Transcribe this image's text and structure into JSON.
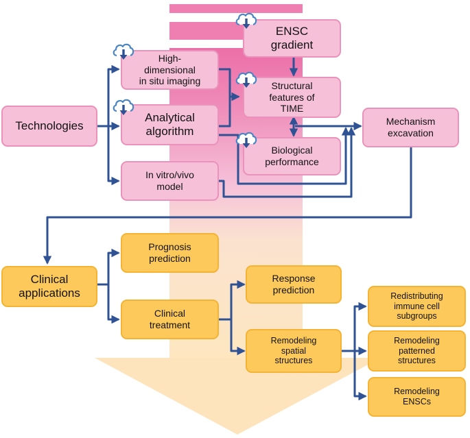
{
  "colors": {
    "pink_fill": "#f5c0d8",
    "pink_border": "#e992bb",
    "yellow_fill": "#fcc95a",
    "yellow_border": "#f4b334",
    "arrow": "#2e5294",
    "band_pink": "#ee7fb0",
    "band_yellow": "#fce2b0",
    "cloud": "#4a84c4"
  },
  "icons": [
    "cloud-download-icon"
  ],
  "nodes": {
    "technologies": "Technologies",
    "high_dimensional": "High-\ndimensional\nin situ imaging",
    "analytical_algorithm": "Analytical\nalgorithm",
    "in_vitro_vivo": "In vitro/vivo\nmodel",
    "ensc_gradient": "ENSC\ngradient",
    "structural_features": "Structural\nfeatures of\nTIME",
    "biological_performance": "Biological\nperformance",
    "mechanism_excavation": "Mechanism\nexcavation",
    "clinical_applications": "Clinical\napplications",
    "prognosis_prediction": "Prognosis\nprediction",
    "clinical_treatment": "Clinical\ntreatment",
    "response_prediction": "Response\nprediction",
    "remodeling_spatial": "Remodeling\nspatial\nstructures",
    "redistributing": "Redistributing\nimmune cell\nsubgroups",
    "remodeling_patterned": "Remodeling\npatterned\nstructures",
    "remodeling_enscs": "Remodeling\nENSCs"
  }
}
